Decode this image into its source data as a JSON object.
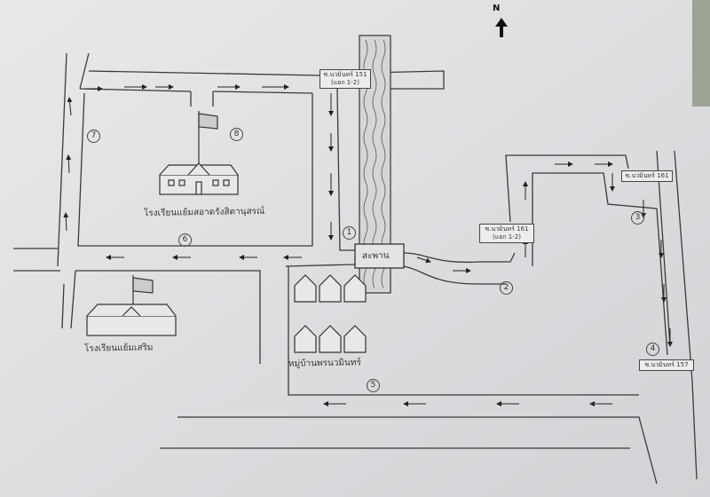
{
  "compass": {
    "label": "N"
  },
  "signs": {
    "soi_top": "ซ.นวมินทร์ 151 (แยก 1-2)",
    "soi_mid": "ซ.นวมินทร์ 161 (แยก 1-2)",
    "soi_right": "ซ.นวมินทร์ 161",
    "soi_bottom": "ซ.นวมินทร์ 157"
  },
  "places": {
    "school_1": "โรงเรียนแย้มสอาดรังสิตานุสรณ์",
    "school_2": "โรงเรียนแย้มเสริม",
    "village": "หมู่บ้านพรนวมินทร์",
    "bridge": "สะพาน"
  },
  "markers": [
    "1",
    "2",
    "3",
    "4",
    "5",
    "6",
    "7",
    "8"
  ]
}
